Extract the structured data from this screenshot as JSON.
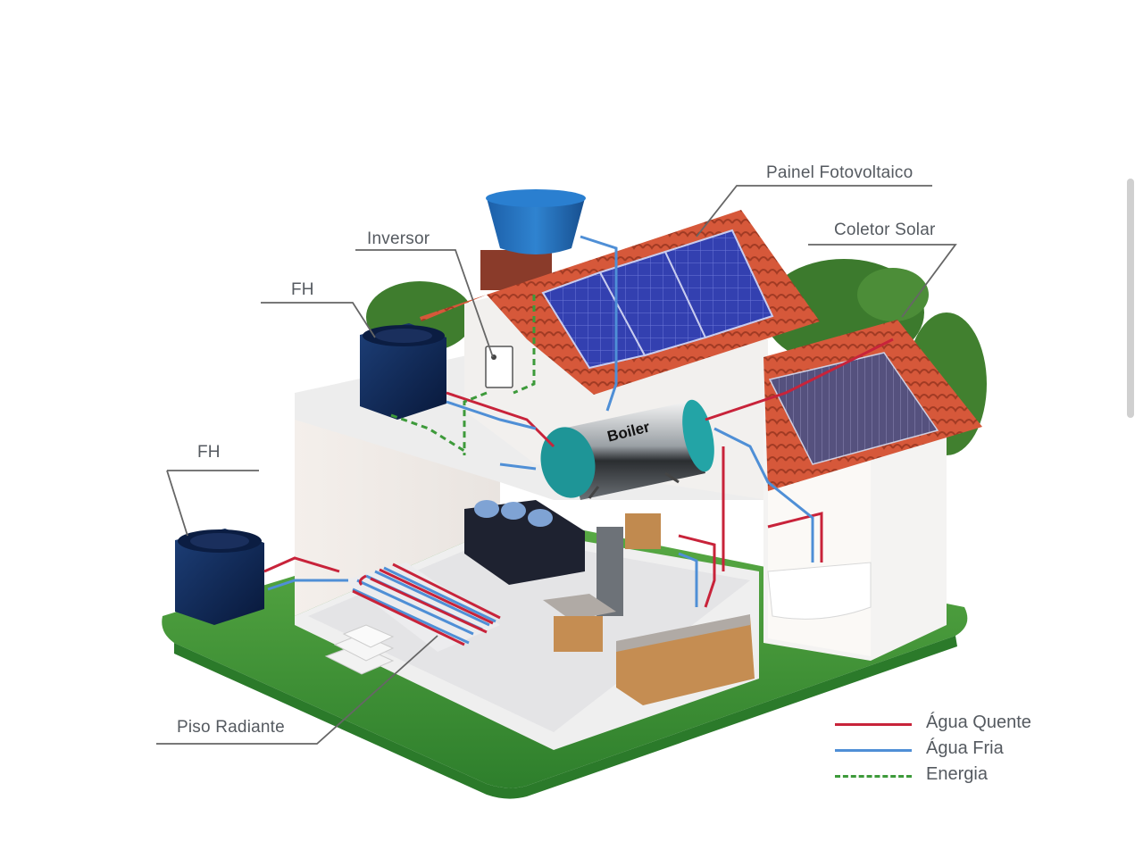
{
  "labels": {
    "painel_fotovoltaico": "Painel Fotovoltaico",
    "coletor_solar": "Coletor Solar",
    "inversor": "Inversor",
    "fh_upper": "FH",
    "fh_lower": "FH",
    "piso_radiante": "Piso Radiante",
    "boiler": "Boiler"
  },
  "legend": [
    {
      "label": "Água Quente",
      "color": "#c8233a",
      "style": "solid"
    },
    {
      "label": "Água Fria",
      "color": "#4f8fd6",
      "style": "solid"
    },
    {
      "label": "Energia",
      "color": "#3d9a3a",
      "style": "dashed"
    }
  ],
  "colors": {
    "hot_water": "#c8233a",
    "cold_water": "#4f8fd6",
    "energy": "#3d9a3a",
    "roof_tile": "#d8593a",
    "lawn": "#3f9a3a",
    "solar_panel": "#3a46b8",
    "collector": "#5a5a8a",
    "heat_pump": "#0f2a55"
  }
}
